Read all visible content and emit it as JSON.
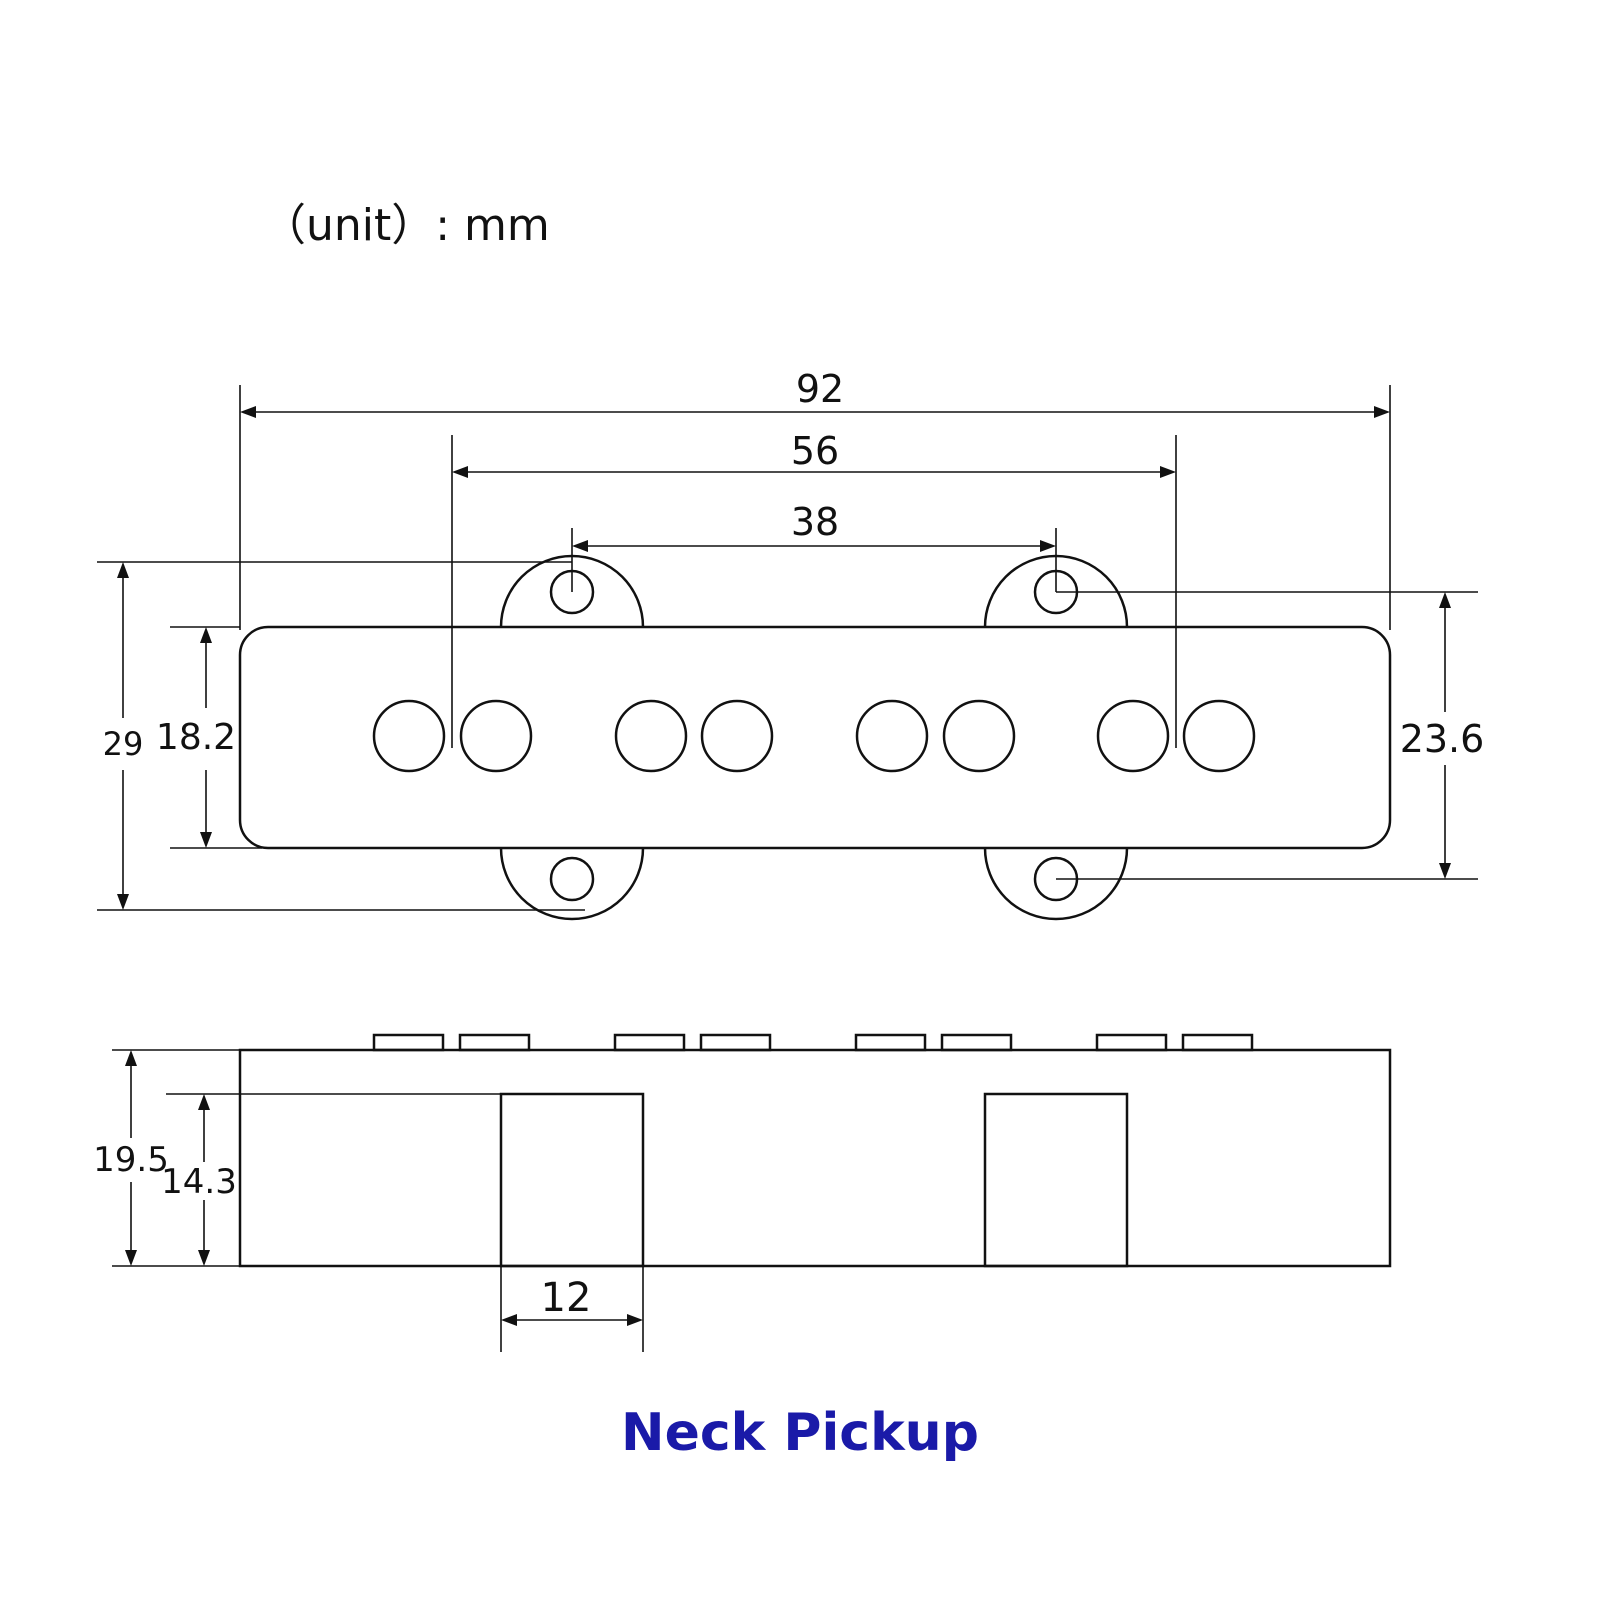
{
  "unit_label": "（unit）: mm",
  "title": "Neck Pickup",
  "colors": {
    "title": "#1a1aa8",
    "line": "#111111",
    "background": "#ffffff"
  },
  "top_view": {
    "dimensions": {
      "overall_length": "92",
      "pole_span": "56",
      "mounting_hole_spacing": "38",
      "overall_width_with_ears": "29",
      "body_width": "18.2",
      "mounting_hole_vertical_spacing": "23.6"
    },
    "pole_piece_count": 8,
    "mounting_hole_count": 4
  },
  "side_view": {
    "dimensions": {
      "total_height": "19.5",
      "ear_height": "14.3",
      "ear_width": "12"
    },
    "pole_top_count": 8
  }
}
